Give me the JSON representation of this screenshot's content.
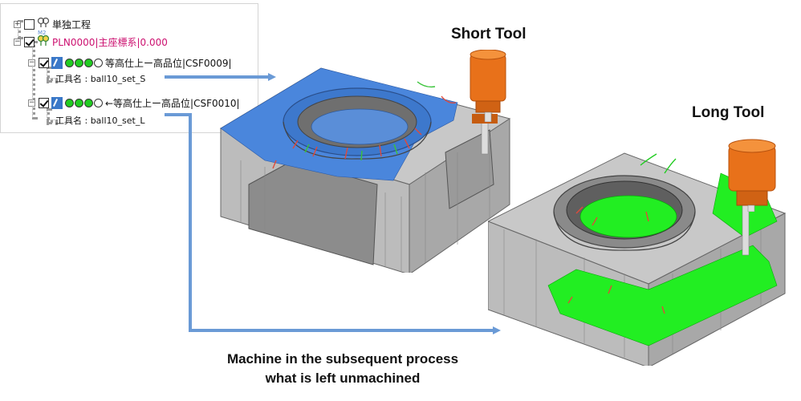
{
  "tree": {
    "root": {
      "expander": "+",
      "label": "単独工程",
      "sublabel": "M2"
    },
    "plan": {
      "expander": "−",
      "label": "PLN0000|主座標系|0.000"
    },
    "op1": {
      "expander": "−",
      "label": "等高仕上ー高品位|CSF0009|",
      "tool": "工具名 : ball10_set_S"
    },
    "op2": {
      "expander": "−",
      "label": "←等高仕上ー高品位|CSF0010|",
      "tool": "工具名 : ball10_set_L"
    }
  },
  "figure": {
    "short_tool_label": "Short Tool",
    "long_tool_label": "Long Tool",
    "caption_line1": "Machine in the subsequent process",
    "caption_line2": "what is left unmachined"
  },
  "colors": {
    "arrow": "#6a9ad6",
    "short_toolpath": "#4a86dc",
    "long_toolpath": "#22ee22",
    "tool_holder": "#e8711a",
    "plan_text": "#cc1170"
  }
}
